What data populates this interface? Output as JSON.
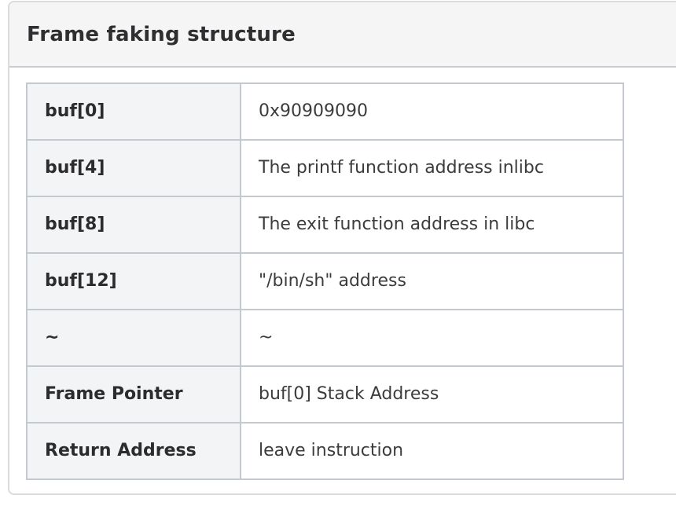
{
  "panel": {
    "title": "Frame faking structure"
  },
  "table": {
    "rows": [
      {
        "label": "buf[0]",
        "value": "0x90909090"
      },
      {
        "label": "buf[4]",
        "value": "The printf function address inlibc"
      },
      {
        "label": "buf[8]",
        "value": "The exit function address in libc"
      },
      {
        "label": "buf[12]",
        "value": "\"/bin/sh\" address"
      },
      {
        "label": "~",
        "value": "~"
      },
      {
        "label": "Frame Pointer",
        "value": "buf[0] Stack Address"
      },
      {
        "label": "Return Address",
        "value": "leave instruction"
      }
    ]
  },
  "colors": {
    "card_border": "#d9dbdf",
    "header_background": "#f5f5f6",
    "header_border": "#c9ccd2",
    "table_border": "#c4c9d0",
    "label_column_background": "#f3f4f6",
    "title_text": "#2f2f31",
    "cell_text": "#3c3c3e"
  }
}
